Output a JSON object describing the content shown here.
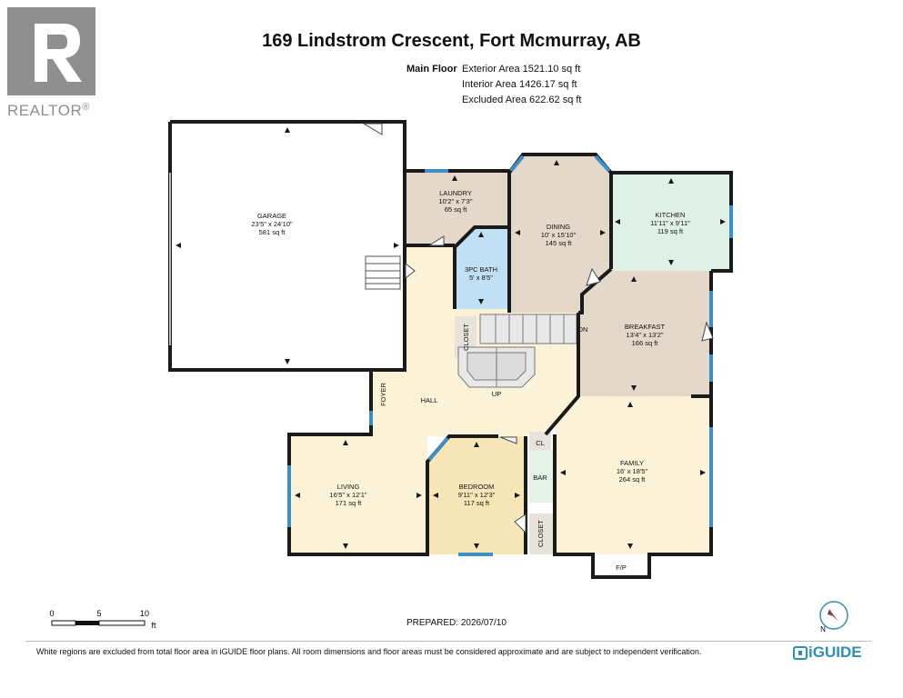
{
  "header": {
    "title": "169 Lindstrom Crescent, Fort Mcmurray, AB",
    "floor_name": "Main Floor",
    "exterior_area": "Exterior Area 1521.10 sq ft",
    "interior_area": "Interior Area 1426.17 sq ft",
    "excluded_area": "Excluded Area 622.62 sq ft"
  },
  "logo": {
    "text": "REALTOR",
    "mark": "®"
  },
  "rooms": {
    "garage": {
      "name": "GARAGE",
      "dims": "23'5\" x 24'10\"",
      "area": "581 sq ft"
    },
    "laundry": {
      "name": "LAUNDRY",
      "dims": "10'2\" x 7'3\"",
      "area": "65 sq ft"
    },
    "dining": {
      "name": "DINING",
      "dims": "10' x 15'10\"",
      "area": "145 sq ft"
    },
    "kitchen": {
      "name": "KITCHEN",
      "dims": "11'11\" x 9'11\"",
      "area": "119 sq ft"
    },
    "bath": {
      "name": "3PC BATH",
      "dims": "5' x 8'5\""
    },
    "breakfast": {
      "name": "BREAKFAST",
      "dims": "13'4\" x 13'2\"",
      "area": "166 sq ft"
    },
    "hall": {
      "name": "HALL"
    },
    "living": {
      "name": "LIVING",
      "dims": "16'5\" x 12'1\"",
      "area": "171 sq ft"
    },
    "bedroom": {
      "name": "BEDROOM",
      "dims": "9'11\" x 12'3\"",
      "area": "117 sq ft"
    },
    "family": {
      "name": "FAMILY",
      "dims": "16' x 18'5\"",
      "area": "264 sq ft"
    }
  },
  "small_labels": {
    "closet_a": "CLOSET",
    "closet_b": "CLOSET",
    "foyer": "FOYER",
    "cl": "CL",
    "bar": "BAR",
    "fp": "F/P",
    "up": "UP",
    "dn": "DN"
  },
  "scale": {
    "labels": [
      "0",
      "5",
      "10"
    ],
    "unit": "ft"
  },
  "prepared": "PREPARED: 2026/07/10",
  "compass": {
    "label": "N"
  },
  "footer": {
    "disclaimer": "White regions are excluded from total floor area in iGUIDE floor plans. All room dimensions and floor areas must be considered approximate and are subject to independent verification.",
    "brand": "iGUIDE"
  },
  "colors": {
    "wall": "#1a1a1a",
    "window": "#3e8fc4",
    "garage": "#ffffff",
    "laundry": "#e3d8c9",
    "dining": "#e3d8c9",
    "kitchen": "#dff0e6",
    "bath": "#bfe0f5",
    "breakfast": "#e3d8c9",
    "hall": "#fbf2d8",
    "living": "#fbf2d8",
    "bedroom": "#f6e6b8",
    "family": "#fbf2d8",
    "bar": "#e4f1e7",
    "closet": "#e7e2da",
    "logo": "#8f8f8f",
    "brand": "#2f8fb5"
  }
}
